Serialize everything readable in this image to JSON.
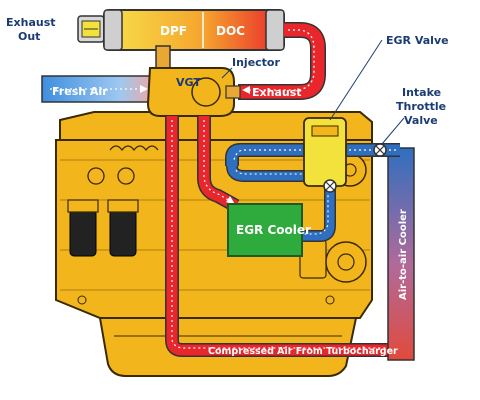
{
  "labels": {
    "exhaust_out": [
      "Exhaust",
      "Out"
    ],
    "dpf": "DPF",
    "doc": "DOC",
    "injector": "Injector",
    "vgt": "VGT",
    "exhaust": "Exhaust",
    "fresh_air": "Fresh Air",
    "egr_valve": "EGR Valve",
    "intake_throttle": [
      "Intake",
      "Throttle",
      "Valve"
    ],
    "egr_cooler": "EGR Cooler",
    "air_to_air_cooler": "Air-to-air Cooler",
    "compressed_air": "Compressed Air From Turbocharger"
  },
  "colors": {
    "engine_yellow": "#f2b51c",
    "engine_outline": "#3a2a00",
    "exhaust_red": "#e8262b",
    "intake_blue": "#2f6fc0",
    "egr_green": "#2eab3c",
    "label_text": "#1a3b73"
  }
}
